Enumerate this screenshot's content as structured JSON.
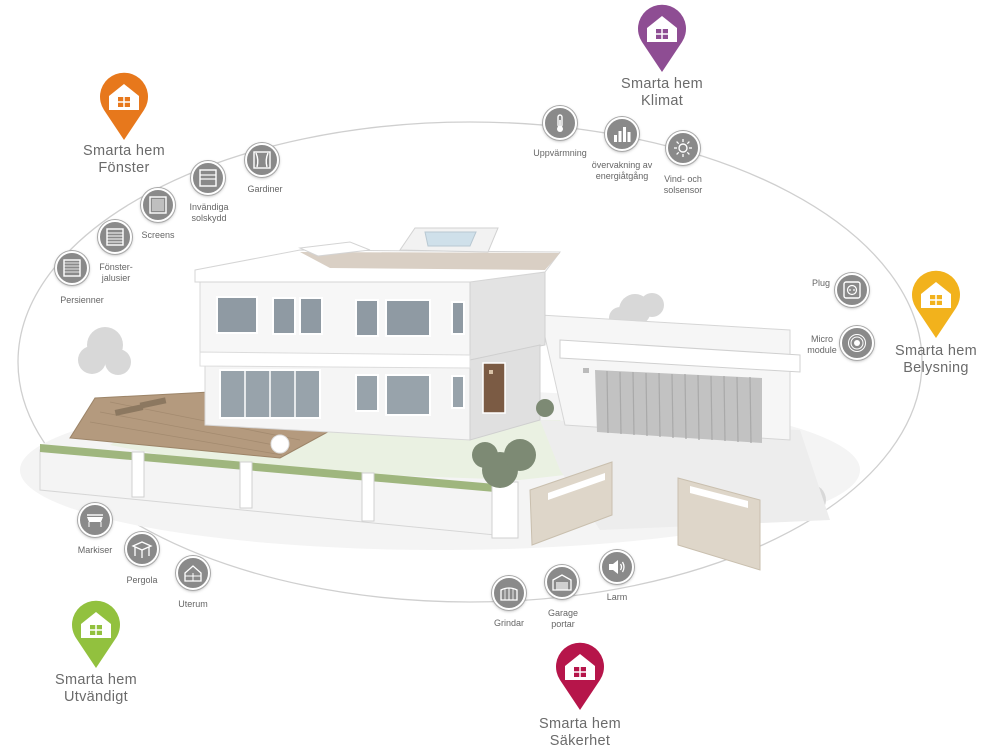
{
  "colors": {
    "fonster": "#e7781c",
    "klimat": "#8e4d93",
    "belysning": "#f2b21c",
    "utvandigt": "#92c13e",
    "sakerhet": "#b6154a",
    "node": "#8a8a8a",
    "orbit": "#c9c9c9"
  },
  "categories": {
    "fonster": {
      "line1": "Smarta hem",
      "line2": "Fönster"
    },
    "klimat": {
      "line1": "Smarta hem",
      "line2": "Klimat"
    },
    "belysning": {
      "line1": "Smarta hem",
      "line2": "Belysning"
    },
    "utvandigt": {
      "line1": "Smarta hem",
      "line2": "Utvändigt"
    },
    "sakerhet": {
      "line1": "Smarta hem",
      "line2": "Säkerhet"
    }
  },
  "devices": {
    "gardiner": {
      "label": "Gardiner",
      "icon": "curtains-icon"
    },
    "invandiga": {
      "label1": "Invändiga",
      "label2": "solskydd",
      "icon": "blind-icon"
    },
    "screens": {
      "label": "Screens",
      "icon": "screen-icon"
    },
    "fonsterjal": {
      "label1": "Fönster-",
      "label2": "jalusier",
      "icon": "shutter-icon"
    },
    "persienner": {
      "label": "Persienner",
      "icon": "persienne-icon"
    },
    "uppvarmning": {
      "label": "Uppvärmning",
      "icon": "thermometer-icon"
    },
    "overvakning": {
      "label1": "övervakning av",
      "label2": "energiåtgång",
      "icon": "bar-chart-icon"
    },
    "vind": {
      "label1": "Vind- och",
      "label2": "solsensor",
      "icon": "sun-icon"
    },
    "plug": {
      "label": "Plug",
      "icon": "plug-icon"
    },
    "micro": {
      "label1": "Micro",
      "label2": "module",
      "icon": "micro-module-icon"
    },
    "markiser": {
      "label": "Markiser",
      "icon": "awning-icon"
    },
    "pergola": {
      "label": "Pergola",
      "icon": "pergola-icon"
    },
    "uterum": {
      "label": "Uterum",
      "icon": "conservatory-icon"
    },
    "grindar": {
      "label": "Grindar",
      "icon": "gate-icon"
    },
    "garage": {
      "label1": "Garage",
      "label2": "portar",
      "icon": "garage-door-icon"
    },
    "larm": {
      "label": "Larm",
      "icon": "speaker-icon"
    }
  }
}
